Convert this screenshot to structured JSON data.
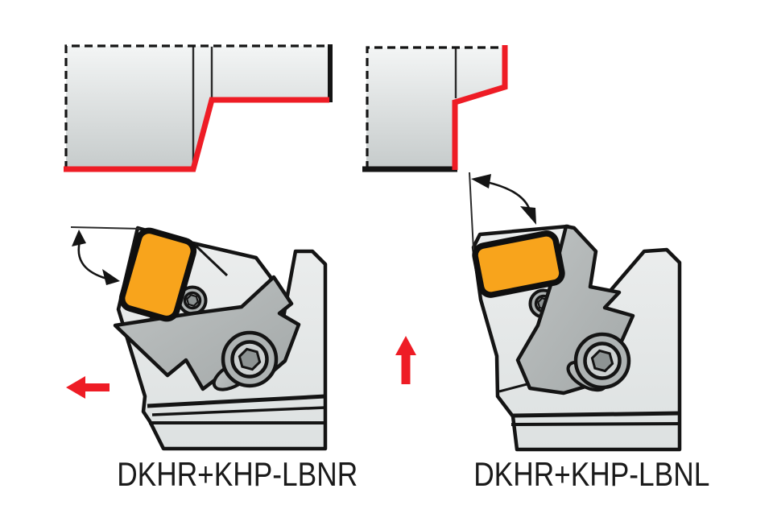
{
  "figures": [
    {
      "id": "lbnr",
      "label": "DKHR+KHP-LBNR",
      "feed_direction": "left",
      "description": "right-hand holder, cut path steps up from left face"
    },
    {
      "id": "lbnl",
      "label": "DKHR+KHP-LBNL",
      "feed_direction": "up",
      "description": "left-hand holder, cut path steps in from end face"
    }
  ],
  "icons": [
    "feed-arrow-left-icon",
    "feed-arrow-up-icon",
    "lead-angle-arc-left-icon",
    "lead-angle-arc-right-icon"
  ],
  "colors": {
    "outline": "#141414",
    "body_light": "#eceeee",
    "body_dark": "#dde1e1",
    "clamp_light": "#bfc3c3",
    "clamp_dark": "#a3a8a8",
    "seat_gray": "#9aa0a0",
    "screw_ring": "#aeb3b3",
    "screw_inner": "#cdd1d1",
    "hex_gray": "#8d9393",
    "insert_orange": "#f8a41c",
    "insert_outline": "#0f0f0f",
    "accent_red": "#ee1c25",
    "workpiece_light": "#f3f5f5",
    "workpiece_dark": "#c6cbcb",
    "label_text": "#1a1a1a",
    "section_line": "#2a2a2a",
    "background": "#ffffff"
  }
}
